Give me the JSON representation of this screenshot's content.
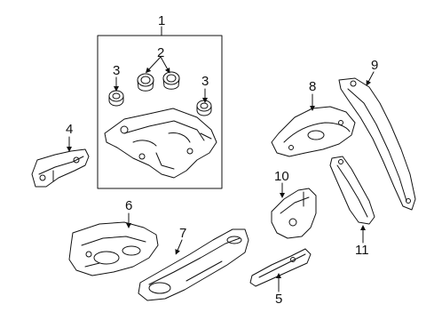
{
  "callouts": {
    "c1": "1",
    "c2": "2",
    "c3a": "3",
    "c3b": "3",
    "c4": "4",
    "c5": "5",
    "c6": "6",
    "c7": "7",
    "c8": "8",
    "c9": "9",
    "c10": "10",
    "c11": "11"
  }
}
